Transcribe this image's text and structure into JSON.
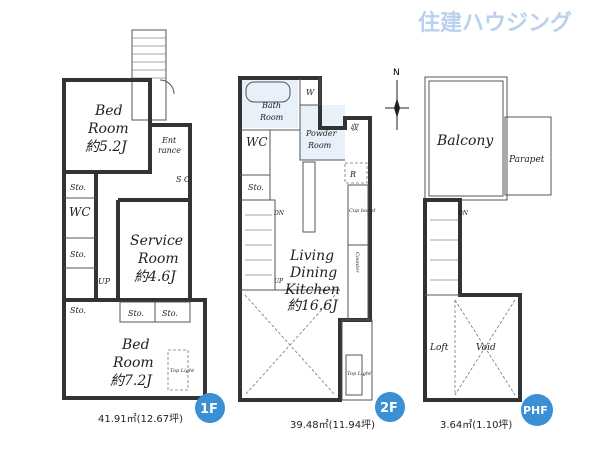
{
  "logo": "住建ハウジング",
  "compass": "N",
  "colors": {
    "badge": "#3b8fd4",
    "logo": "#b9d1ee",
    "wall": "#333333"
  },
  "floor1": {
    "badge": "1F",
    "area": "41.91㎡(12.67坪)",
    "rooms": {
      "bed1_name_1": "Bed",
      "bed1_name_2": "Room",
      "bed1_size": "約5.2J",
      "entrance_1": "Ent",
      "entrance_2": "rance",
      "sc": "S C",
      "sto1": "Sto.",
      "wc": "WC",
      "sto2": "Sto.",
      "up": "UP",
      "sto3": "Sto.",
      "service_1": "Service",
      "service_2": "Room",
      "service_size": "約4.6J",
      "sto4": "Sto.",
      "sto5": "Sto.",
      "bed2_name_1": "Bed",
      "bed2_name_2": "Room",
      "bed2_size": "約7.2J",
      "toplight": "Top Light"
    }
  },
  "floor2": {
    "badge": "2F",
    "area": "39.48㎡(11.94坪)",
    "rooms": {
      "bath_1": "Bath",
      "bath_2": "Room",
      "w": "W",
      "powder_1": "Powder",
      "powder_2": "Room",
      "shu": "収",
      "wc": "WC",
      "sto": "Sto.",
      "r": "R",
      "dn": "DN",
      "up": "UP",
      "cupboard": "Cup board",
      "counter": "Counter",
      "ldk_1": "Living",
      "ldk_2": "Dining",
      "ldk_3": "Kitchen",
      "ldk_size": "約16.6J",
      "toplight": "Top Light"
    }
  },
  "floorph": {
    "badge": "PHF",
    "area": "3.64㎡(1.10坪)",
    "rooms": {
      "balcony": "Balcony",
      "parapet": "Parapet",
      "dn": "DN",
      "loft": "Loft",
      "void": "Void"
    }
  }
}
